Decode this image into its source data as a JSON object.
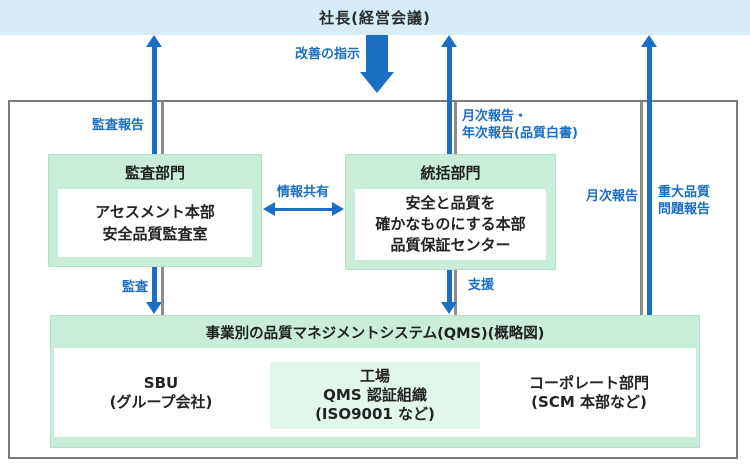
{
  "banner": {
    "title": "社長(経営会議)"
  },
  "labels": {
    "instruction": "改善の指示",
    "audit_report": "監査報告",
    "monthly_annual_report": [
      "月次報告・",
      "年次報告(品質白書)"
    ],
    "info_sharing": "情報共有",
    "monthly_report": "月次報告",
    "serious_quality_issue_report": [
      "重大品質",
      "問題報告"
    ],
    "audit": "監査",
    "support": "支援"
  },
  "audit_dept": {
    "header": "監査部門",
    "content": [
      "アセスメント本部",
      "安全品質監査室"
    ]
  },
  "supervisory_dept": {
    "header": "統括部門",
    "content": [
      "安全と品質を",
      "確かなものにする本部",
      "品質保証センター"
    ]
  },
  "qms": {
    "title": "事業別の品質マネジメントシステム(QMS)(概略図)",
    "sbu": [
      "SBU",
      "(グループ会社)"
    ],
    "factory": [
      "工場",
      "QMS 認証組織",
      "(ISO9001 など)"
    ],
    "corporate": [
      "コーポレート部門",
      "(SCM 本部など)"
    ]
  },
  "colors": {
    "accent_blue": "#1a6fc4",
    "banner_blue": "#d6ecf7",
    "light_green": "#c8eeda",
    "mint": "#e2f6ec",
    "frame_gray": "#7c7c7c"
  }
}
